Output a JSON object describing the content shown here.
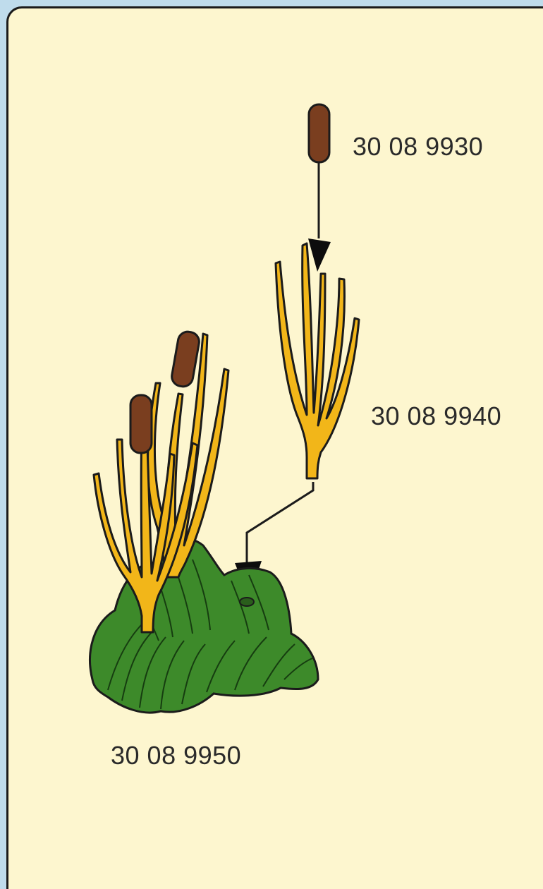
{
  "parts": [
    {
      "id": "cattail-top",
      "number": "30 08 9930",
      "color": "#7a3e1f"
    },
    {
      "id": "reed-branch",
      "number": "30 08 9940",
      "color": "#f2b619"
    },
    {
      "id": "plant-assembly",
      "number": "30 08 9950",
      "color": "#3d8a2a"
    }
  ],
  "colors": {
    "background": "#fdf6cf",
    "frame": "#bfdcec",
    "outline": "#1b1b1b"
  }
}
